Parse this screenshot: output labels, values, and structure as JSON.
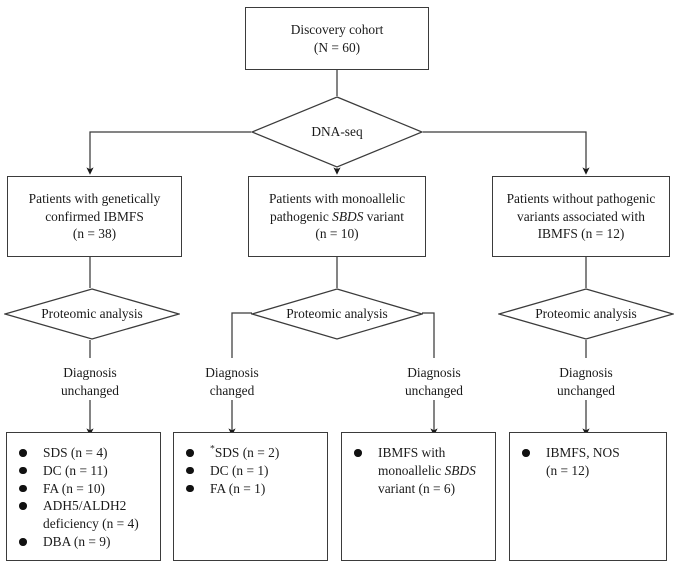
{
  "diagram": {
    "title": "IBMFS discovery cohort diagnostic flowchart",
    "type": "flowchart",
    "line_color": "#3b3b3b",
    "text_color": "#1a1a1a",
    "background": "#ffffff"
  },
  "nodes": {
    "discovery_cohort": {
      "shape": "box",
      "line1": "Discovery cohort",
      "line2": "(N = 60)"
    },
    "dna_seq": {
      "shape": "diamond",
      "label": "DNA-seq"
    },
    "group_confirmed": {
      "shape": "box",
      "line1": "Patients with genetically",
      "line2": "confirmed IBMFS",
      "line3": "(n = 38)"
    },
    "group_monoallelic": {
      "shape": "box",
      "line1": "Patients with monoallelic",
      "line2_a": "pathogenic ",
      "line2_italic": "SBDS",
      "line2_b": " variant",
      "line3": "(n = 10)"
    },
    "group_no_variant": {
      "shape": "box",
      "line1": "Patients without pathogenic",
      "line2": "variants associated with",
      "line3": "IBMFS (n = 12)"
    },
    "proteomic_left": {
      "shape": "diamond",
      "label": "Proteomic analysis"
    },
    "proteomic_mid": {
      "shape": "diamond",
      "label": "Proteomic analysis"
    },
    "proteomic_right": {
      "shape": "diamond",
      "label": "Proteomic analysis"
    }
  },
  "captions": {
    "left": {
      "line1": "Diagnosis",
      "line2": "unchanged"
    },
    "mid_changed": {
      "line1": "Diagnosis",
      "line2": "changed"
    },
    "mid_unchanged": {
      "line1": "Diagnosis",
      "line2": "unchanged"
    },
    "right": {
      "line1": "Diagnosis",
      "line2": "unchanged"
    }
  },
  "results": {
    "box1": {
      "items": [
        {
          "text": "SDS (n = 4)"
        },
        {
          "text": "DC (n = 11)"
        },
        {
          "text": "FA (n = 10)"
        },
        {
          "text": "ADH5/ALDH2",
          "text2": "deficiency (n = 4)"
        },
        {
          "text": "DBA (n = 9)"
        }
      ]
    },
    "box2": {
      "items": [
        {
          "prefix": "*",
          "text": "SDS (n = 2)"
        },
        {
          "text": "DC (n = 1)"
        },
        {
          "text": "FA (n = 1)"
        }
      ]
    },
    "box3": {
      "items": [
        {
          "text": "IBMFS with",
          "text2_a": "monoallelic ",
          "text2_italic": "SBDS",
          "text3": "variant (n = 6)"
        }
      ]
    },
    "box4": {
      "items": [
        {
          "text": "IBMFS, NOS",
          "text2": "(n = 12)"
        }
      ]
    }
  }
}
